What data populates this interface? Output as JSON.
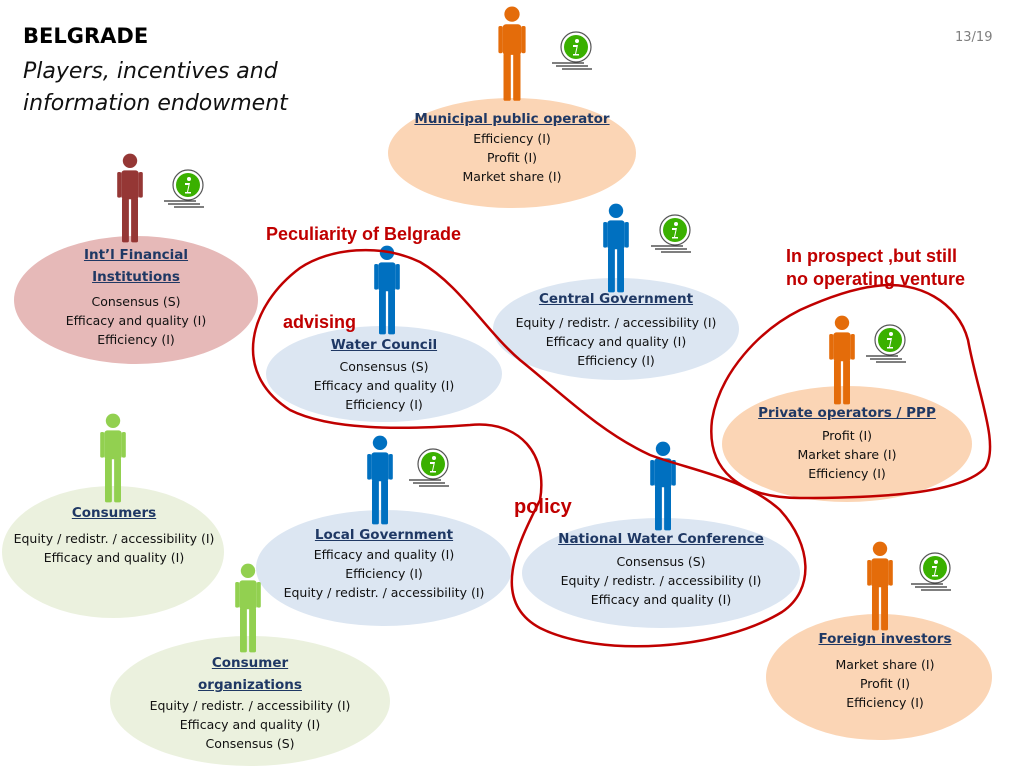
{
  "slide": {
    "title": "BELGRADE",
    "subtitle": "Players, incentives and information endowment",
    "page": "13/19"
  },
  "colors": {
    "orange_fill": "#fbd5b5",
    "red_fill": "#e6b9b8",
    "blue_fill": "#dce6f2",
    "green_fill": "#ebf1de",
    "orange_person": "#e46c0a",
    "dark_red_person": "#953735",
    "blue_person": "#0070c0",
    "green_person": "#92d050",
    "outline_red": "#c00000",
    "info_icon_green": "#3ab000"
  },
  "players": {
    "municipal": {
      "name": "Municipal public operator",
      "items": [
        "Efficiency (I)",
        "Profit (I)",
        "Market share (I)"
      ]
    },
    "ifi": {
      "name1": "Int’l Financial",
      "name2": "Institutions",
      "items": [
        "Consensus (S)",
        "Efficacy and quality (I)",
        "Efficiency (I)"
      ]
    },
    "central": {
      "name": "Central Government",
      "items": [
        "Equity / redistr. / accessibility (I)",
        "Efficacy and quality (I)",
        "Efficiency (I)"
      ]
    },
    "water_council": {
      "name": "Water Council",
      "items": [
        "Consensus (S)",
        "Efficacy and quality (I)",
        "Efficiency (I)"
      ]
    },
    "private": {
      "name": "Private operators / PPP",
      "items": [
        "Profit (I)",
        "Market share (I)",
        "Efficiency (I)"
      ]
    },
    "consumers": {
      "name": "Consumers",
      "items": [
        "Equity / redistr. / accessibility (I)",
        "Efficacy and quality (I)"
      ]
    },
    "local": {
      "name": "Local Government",
      "items": [
        "Efficacy and quality (I)",
        "Efficiency (I)",
        "Equity / redistr. / accessibility (I)"
      ]
    },
    "nwc": {
      "name": "National Water Conference",
      "items": [
        "Consensus (S)",
        "Equity / redistr. / accessibility (I)",
        "Efficacy and quality (I)"
      ]
    },
    "consumer_org": {
      "name1": "Consumer",
      "name2": "organizations",
      "items": [
        "Equity / redistr. / accessibility (I)",
        "Efficacy and quality (I)",
        "Consensus (S)"
      ]
    },
    "foreign": {
      "name": "Foreign investors",
      "items": [
        "Market share (I)",
        "Profit (I)",
        "Efficiency (I)"
      ]
    }
  },
  "notes": {
    "peculiarity": "Peculiarity of Belgrade",
    "advising": "advising",
    "policy": "policy",
    "prospect_line1": "In prospect ,but still",
    "prospect_line2": "no operating venture"
  },
  "icons": {
    "info": "info-icon",
    "person": "person-icon"
  }
}
